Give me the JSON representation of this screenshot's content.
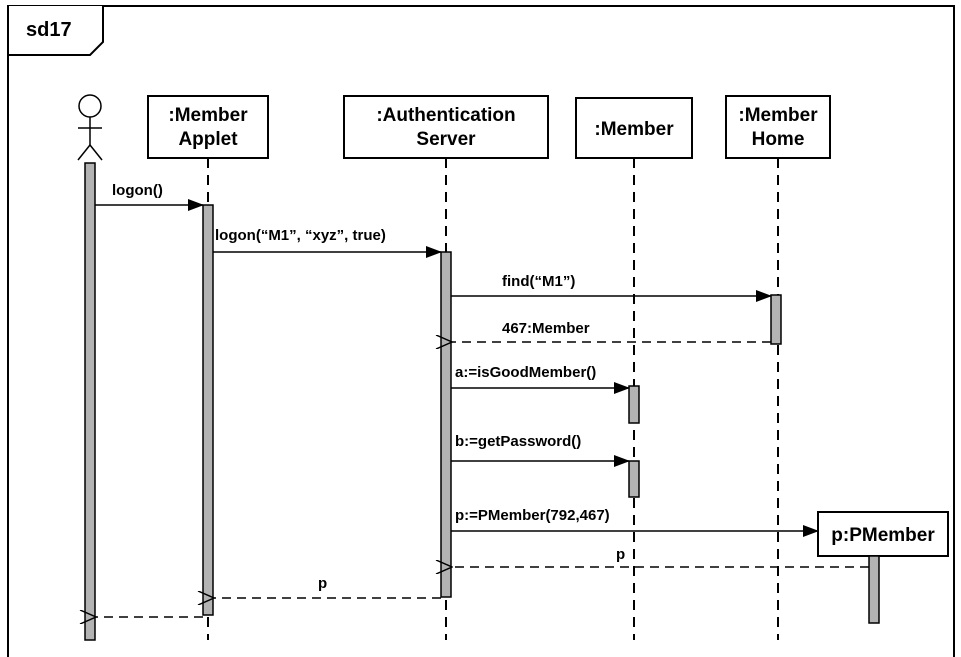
{
  "frame": {
    "label": "sd17"
  },
  "participants": [
    {
      "id": "actor",
      "kind": "actor",
      "lines": []
    },
    {
      "id": "member-applet",
      "kind": "object",
      "lines": [
        ":Member",
        "Applet"
      ]
    },
    {
      "id": "auth-server",
      "kind": "object",
      "lines": [
        ":Authentication",
        "Server"
      ]
    },
    {
      "id": "member",
      "kind": "object",
      "lines": [
        ":Member"
      ]
    },
    {
      "id": "member-home",
      "kind": "object",
      "lines": [
        ":Member",
        "Home"
      ]
    },
    {
      "id": "pmember",
      "kind": "created-object",
      "lines": [
        "p:PMember"
      ]
    }
  ],
  "messages": [
    {
      "from": "actor",
      "to": "member-applet",
      "label": "logon()",
      "type": "sync"
    },
    {
      "from": "member-applet",
      "to": "auth-server",
      "label": "logon(“M1”, “xyz”, true)",
      "type": "sync"
    },
    {
      "from": "auth-server",
      "to": "member-home",
      "label": "find(“M1”)",
      "type": "sync"
    },
    {
      "from": "member-home",
      "to": "auth-server",
      "label": "467:Member",
      "type": "return"
    },
    {
      "from": "auth-server",
      "to": "member",
      "label": "a:=isGoodMember()",
      "type": "sync"
    },
    {
      "from": "auth-server",
      "to": "member",
      "label": "b:=getPassword()",
      "type": "sync"
    },
    {
      "from": "auth-server",
      "to": "pmember",
      "label": "p:=PMember(792,467)",
      "type": "create"
    },
    {
      "from": "pmember",
      "to": "auth-server",
      "label": "p",
      "type": "return"
    },
    {
      "from": "auth-server",
      "to": "member-applet",
      "label": "p",
      "type": "return"
    },
    {
      "from": "member-applet",
      "to": "actor",
      "label": "",
      "type": "return"
    }
  ]
}
